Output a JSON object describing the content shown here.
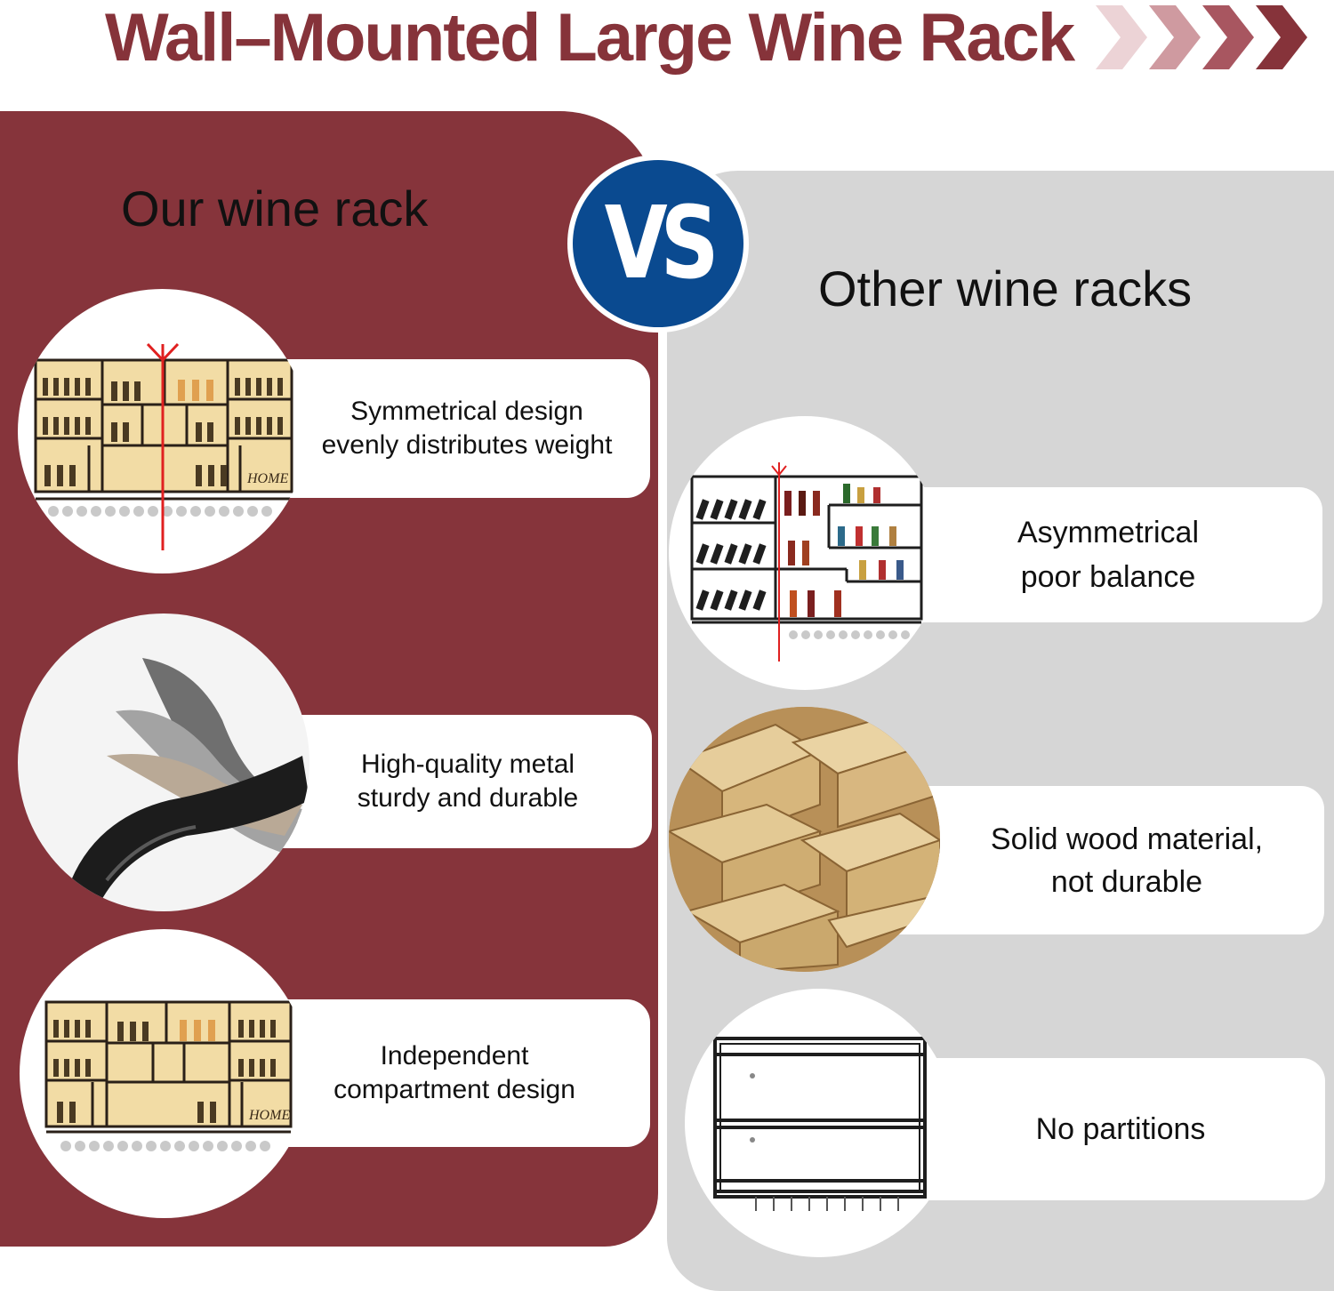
{
  "header": {
    "title": "Wall–Mounted Large Wine Rack"
  },
  "left": {
    "heading": "Our wine rack",
    "items": [
      {
        "text_line1": "Symmetrical design",
        "text_line2": "evenly distributes weight",
        "image_icon": "symmetrical-rack-icon"
      },
      {
        "text_line1": "High-quality metal",
        "text_line2": "sturdy and durable",
        "image_icon": "metal-sheets-icon"
      },
      {
        "text_line1": "Independent",
        "text_line2": "compartment design",
        "image_icon": "compartment-rack-icon"
      }
    ],
    "rack_sign": "HOME"
  },
  "vs_badge": "VS",
  "right": {
    "heading": "Other wine racks",
    "items": [
      {
        "text_line1": "Asymmetrical",
        "text_line2": "poor balance",
        "image_icon": "asymmetrical-rack-icon"
      },
      {
        "text_line1": "Solid wood material,",
        "text_line2": "not durable",
        "image_icon": "wood-planks-icon"
      },
      {
        "text_line1": "No partitions",
        "text_line2": "",
        "image_icon": "empty-frame-rack-icon"
      }
    ]
  },
  "colors": {
    "accent": "#86343b",
    "grey_panel": "#d6d6d6",
    "vs_blue": "#0a4a90",
    "axis_red": "#e02020"
  }
}
